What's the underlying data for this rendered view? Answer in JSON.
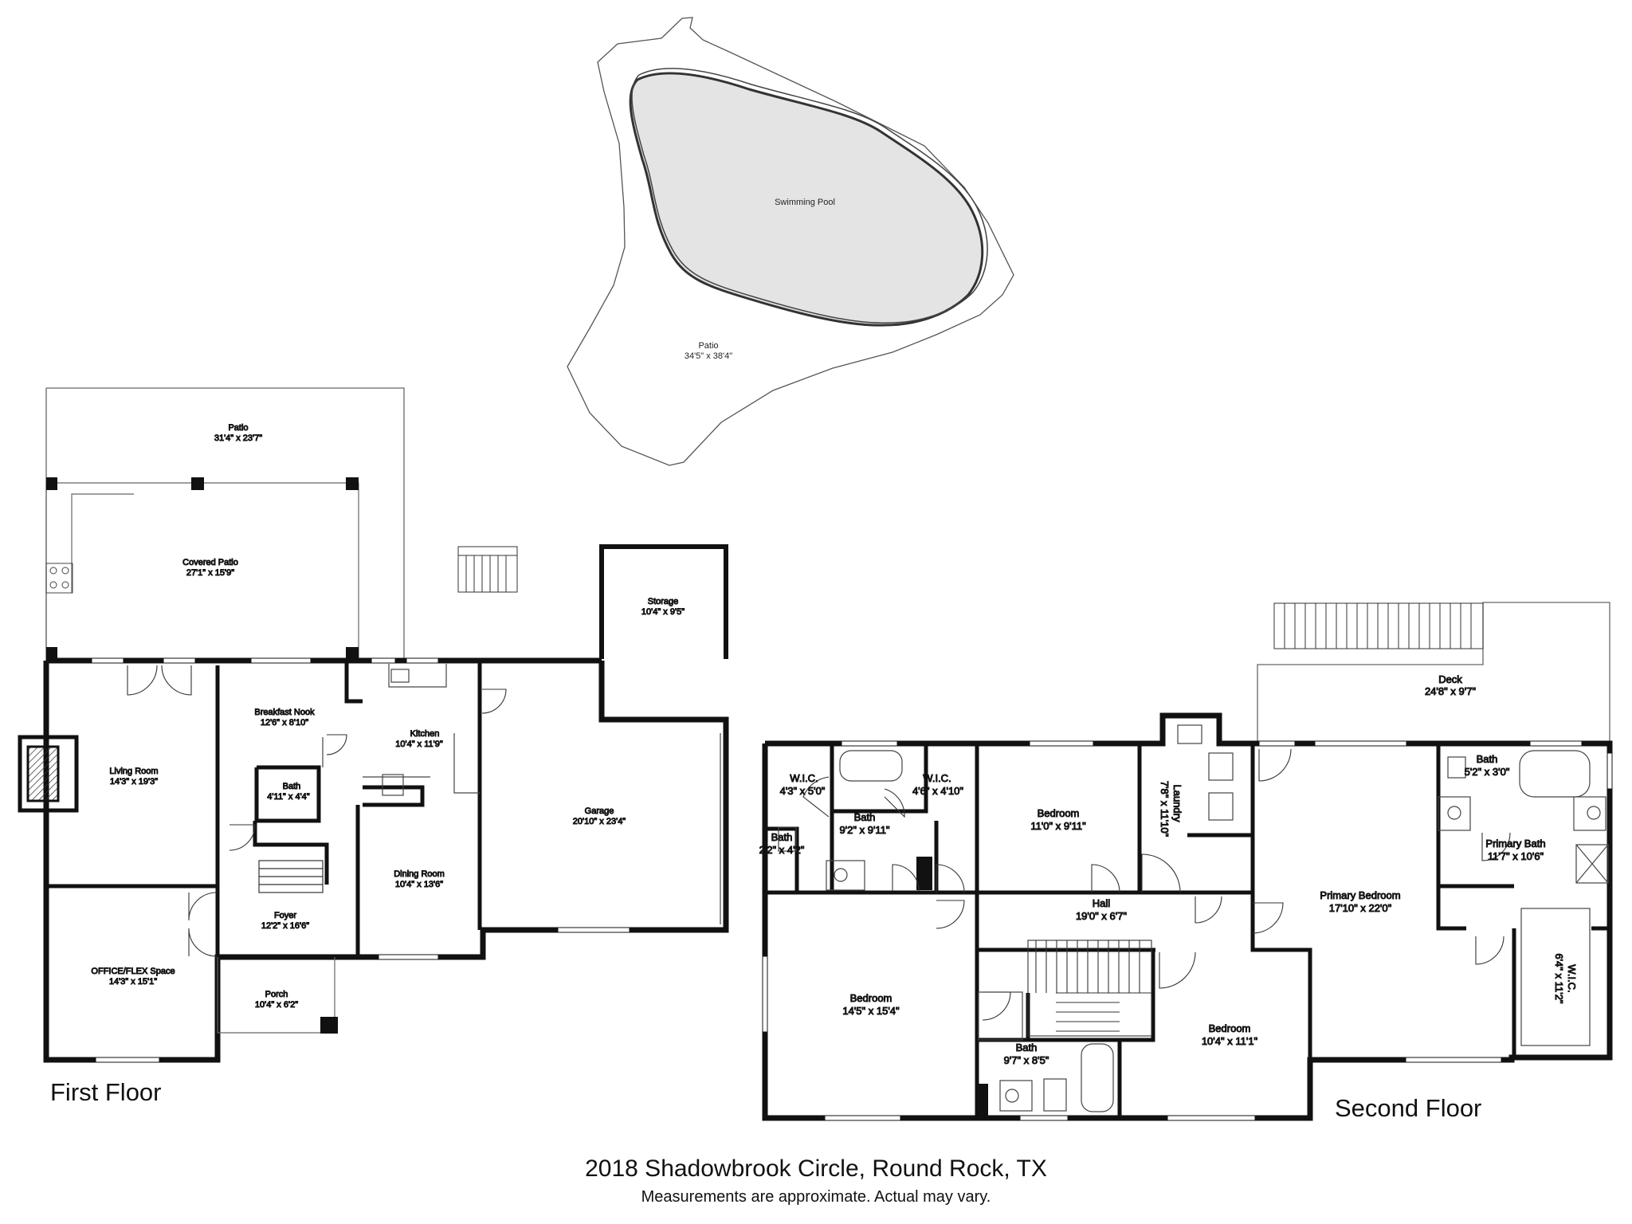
{
  "floors": {
    "first": "First Floor",
    "second": "Second Floor"
  },
  "exterior": {
    "pool": {
      "name": "Swimming Pool"
    },
    "pool_patio": {
      "name": "Patio",
      "dims": "34'5\" x 38'4\""
    }
  },
  "first_floor_rooms": {
    "patio": {
      "name": "Patio",
      "dims": "31'4\" x 23'7\""
    },
    "covered_patio": {
      "name": "Covered Patio",
      "dims": "27'1\" x 15'9\""
    },
    "storage": {
      "name": "Storage",
      "dims": "10'4\" x 9'5\""
    },
    "living": {
      "name": "Living Room",
      "dims": "14'3\" x 19'3\""
    },
    "breakfast": {
      "name": "Breakfast Nook",
      "dims": "12'6\" x 8'10\""
    },
    "kitchen": {
      "name": "Kitchen",
      "dims": "10'4\" x 11'9\""
    },
    "bath": {
      "name": "Bath",
      "dims": "4'11\" x 4'4\""
    },
    "garage": {
      "name": "Garage",
      "dims": "20'10\" x 23'4\""
    },
    "dining": {
      "name": "Dining Room",
      "dims": "10'4\" x 13'6\""
    },
    "foyer": {
      "name": "Foyer",
      "dims": "12'2\" x 16'6\""
    },
    "office": {
      "name": "OFFICE/FLEX Space",
      "dims": "14'3\" x 15'1\""
    },
    "porch": {
      "name": "Porch",
      "dims": "10'4\" x 6'2\""
    }
  },
  "second_floor_rooms": {
    "deck": {
      "name": "Deck",
      "dims": "24'8\" x 9'7\""
    },
    "wic_a": {
      "name": "W.I.C.",
      "dims": "4'3\" x 5'0\""
    },
    "wic_b": {
      "name": "W.I.C.",
      "dims": "4'6\" x 4'10\""
    },
    "bath_jack": {
      "name": "Bath",
      "dims": "9'2\" x 9'11\""
    },
    "bath_small": {
      "name": "Bath",
      "dims": "2'2\" x 4'2\""
    },
    "bedroom_2": {
      "name": "Bedroom",
      "dims": "11'0\" x 9'11\""
    },
    "laundry": {
      "name": "Laundry",
      "dims": "7'8\" x 11'10\""
    },
    "bath_primary_wc": {
      "name": "Bath",
      "dims": "5'2\" x 3'0\""
    },
    "primary_bath": {
      "name": "Primary Bath",
      "dims": "11'7\" x 10'6\""
    },
    "hall": {
      "name": "Hall",
      "dims": "19'0\" x 6'7\""
    },
    "primary_bed": {
      "name": "Primary Bedroom",
      "dims": "17'10\" x 22'0\""
    },
    "wic_primary": {
      "name": "W.I.C.",
      "dims": "6'4\" x 11'2\""
    },
    "bedroom_3": {
      "name": "Bedroom",
      "dims": "14'5\" x 15'4\""
    },
    "bedroom_4": {
      "name": "Bedroom",
      "dims": "10'4\" x 11'1\""
    },
    "bath_hall": {
      "name": "Bath",
      "dims": "9'7\" x 8'5\""
    }
  },
  "footer": {
    "address": "2018 Shadowbrook Circle, Round Rock, TX",
    "note": "Measurements are approximate.  Actual may vary."
  }
}
